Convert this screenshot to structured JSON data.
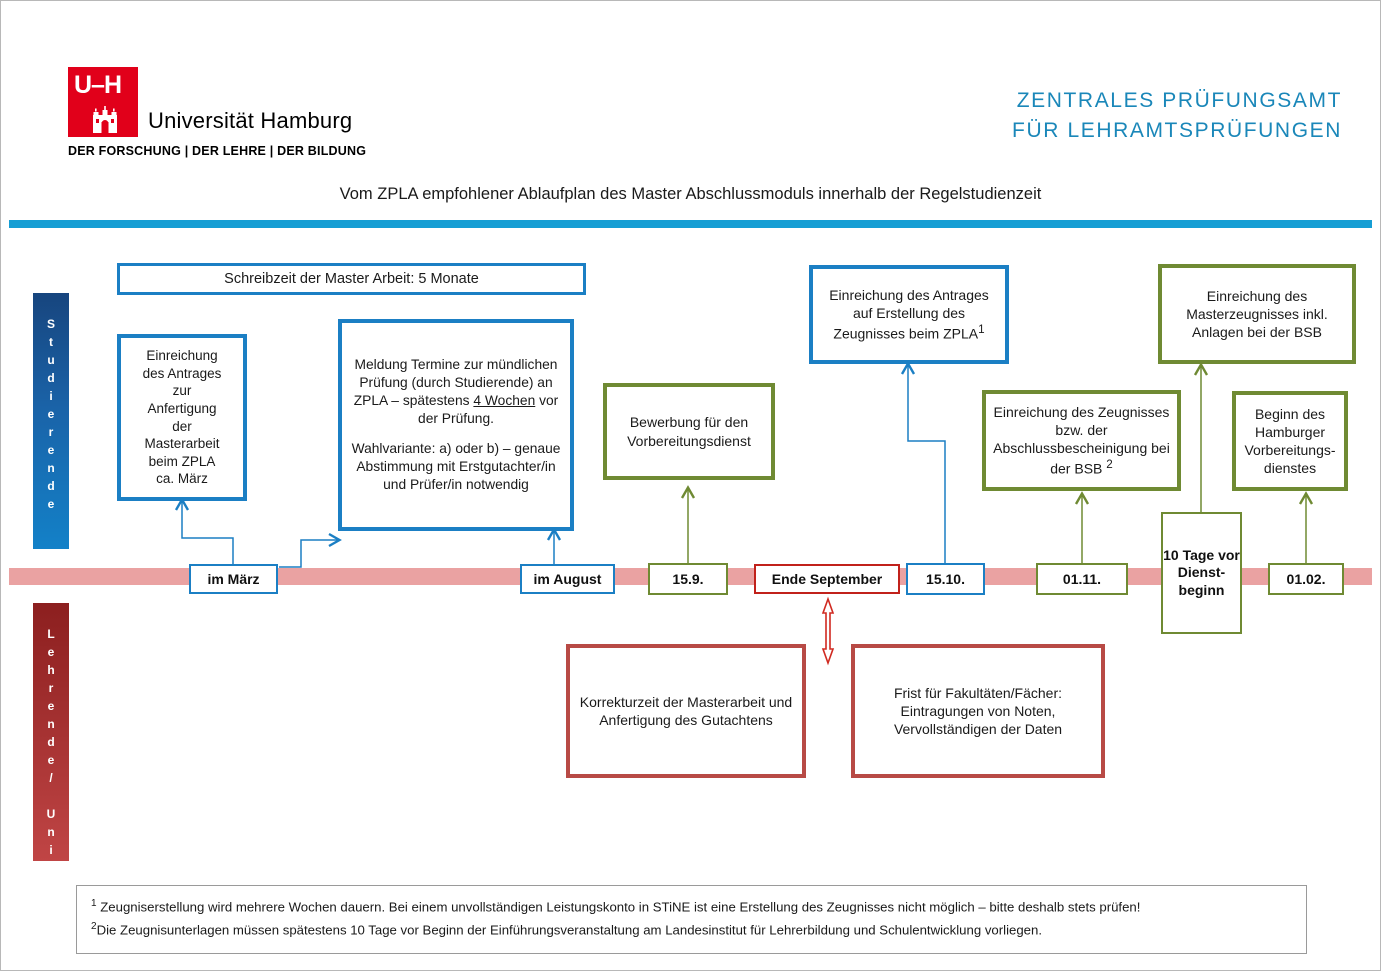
{
  "header": {
    "logo": {
      "mark_letters": "U·H",
      "university_name": "Universität Hamburg",
      "tagline": "DER FORSCHUNG | DER LEHRE | DER BILDUNG"
    },
    "department_line1": "ZENTRALES PRÜFUNGSAMT",
    "department_line2": "FÜR LEHRAMTSPRÜFUNGEN",
    "accent_color": "#169ed4",
    "brand_red": "#e1001a",
    "dept_color": "#1a87b9"
  },
  "title": "Vom ZPLA empfohlener Ablaufplan des Master Abschlussmoduls innerhalb der Regelstudienzeit",
  "roles": {
    "students": "Studierende",
    "teachers": "Lehrende/ Uni",
    "students_color": "#1a63a8",
    "teachers_color": "#a33030"
  },
  "timeline": {
    "bar_color": "#eaa2a2",
    "markers": [
      {
        "label": "im März",
        "color": "blue"
      },
      {
        "label": "im August",
        "color": "blue"
      },
      {
        "label": "15.9.",
        "color": "green"
      },
      {
        "label": "Ende September",
        "color": "red"
      },
      {
        "label": "15.10.",
        "color": "blue"
      },
      {
        "label": "01.11.",
        "color": "green"
      },
      {
        "label": "10 Tage vor Dienst-beginn",
        "color": "green"
      },
      {
        "label": "01.02.",
        "color": "green"
      }
    ]
  },
  "boxes": {
    "schreibzeit": "Schreibzeit der Master Arbeit: 5 Monate",
    "antrag_masterarbeit": {
      "l1": "Einreichung",
      "l2": "des Antrages",
      "l3": "zur",
      "l4": "Anfertigung",
      "l5": "der",
      "l6": "Masterarbeit",
      "l7": "beim ZPLA",
      "l8": "ca.  März"
    },
    "meldung_termine": {
      "p1_a": "Meldung Termine zur mündlichen Prüfung (durch Studierende) an ZPLA – spätestens ",
      "p1_underlined": "4 Wochen",
      "p1_b": " vor der Prüfung.",
      "p2": "Wahlvariante: a) oder b)  – genaue Abstimmung mit Erstgutachter/in und Prüfer/in notwendig"
    },
    "bewerbung": "Bewerbung für den Vorbereitungsdienst",
    "antrag_zeugnis": {
      "text": "Einreichung des Antrages auf Erstellung des Zeugnisses beim ZPLA",
      "footnote_ref": "1"
    },
    "zeugnis_bsb": {
      "text": "Einreichung des Zeugnisses bzw. der Abschlussbescheinigung bei der BSB ",
      "footnote_ref": "2"
    },
    "masterzeugnis_bsb": "Einreichung des Masterzeugnisses inkl. Anlagen bei der BSB",
    "beginn_vorbereitungsdienst": "Beginn des Hamburger Vorbereitungs-dienstes",
    "korrekturzeit": "Korrekturzeit der Masterarbeit und Anfertigung des Gutachtens",
    "frist_fakultaeten": "Frist für Fakultäten/Fächer: Eintragungen von Noten, Vervollständigen der Daten"
  },
  "footnotes": {
    "one_marker": "1",
    "one": " Zeugniserstellung wird mehrere Wochen dauern. Bei einem unvollständigen Leistungskonto in STiNE ist eine Erstellung des Zeugnisses nicht möglich – bitte deshalb stets prüfen!",
    "two_marker": "2",
    "two": "Die Zeugnisunterlagen müssen spätestens 10 Tage vor Beginn der Einführungsveranstaltung  am Landesinstitut für Lehrerbildung und Schulentwicklung vorliegen."
  }
}
